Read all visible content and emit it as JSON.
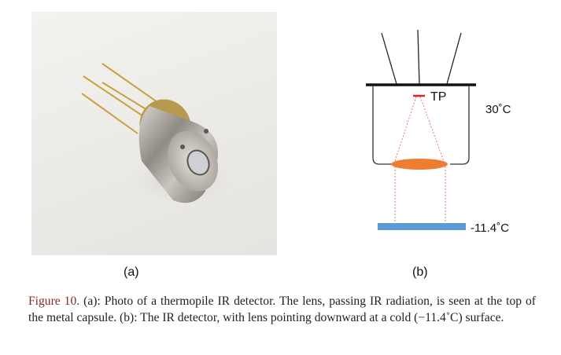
{
  "figure": {
    "panel_a": {
      "label": "(a)",
      "image_description": "Photo of a thermopile IR detector in a metal capsule with four gold leads"
    },
    "panel_b": {
      "label": "(b)",
      "sensor_label": "TP",
      "housing_temperature": "30˚C",
      "surface_temperature": "-11.4˚C",
      "colors": {
        "lens": "#ed7d31",
        "surface": "#5b9bd5",
        "sensor": "#e0202a",
        "rays": "#e36c6c",
        "housing": "#222222"
      }
    },
    "caption": {
      "figure_label": "Figure 10.",
      "text": " (a): Photo of a thermopile IR detector. The lens, passing IR radiation, is seen at the top of the metal capsule. (b): The IR detector, with lens pointing downward at a cold (−11.4˚C) surface."
    }
  }
}
